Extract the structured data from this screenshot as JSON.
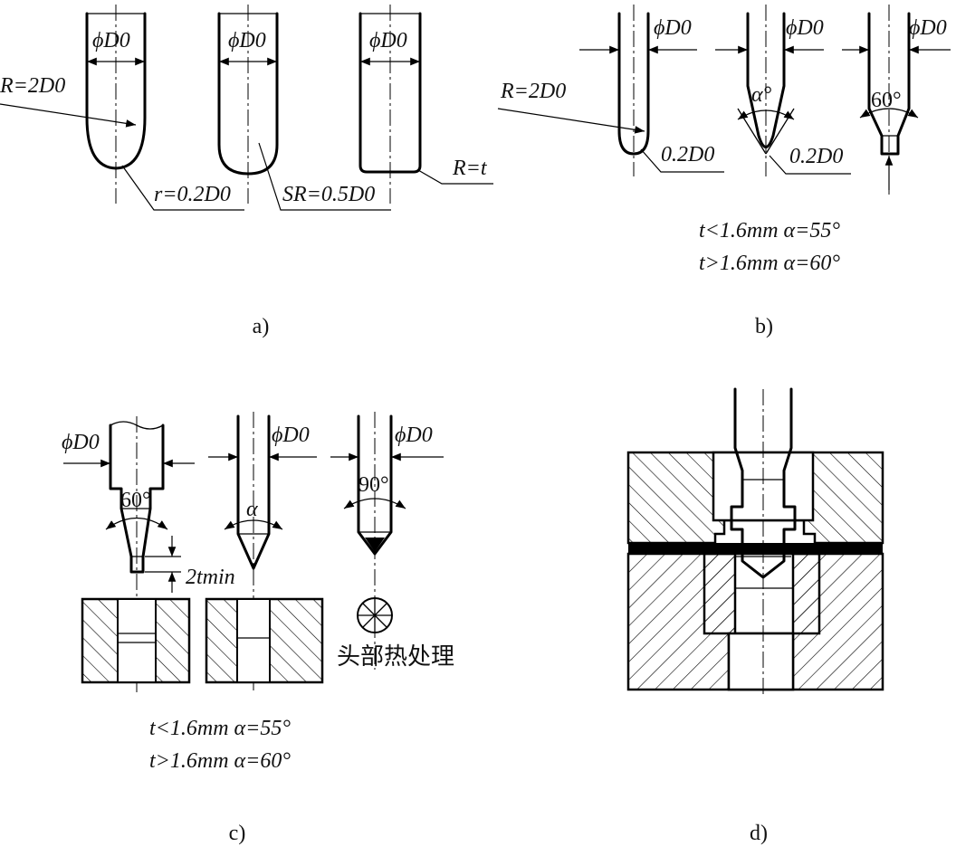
{
  "panels": {
    "a": {
      "caption": "a)",
      "labels": {
        "dia1": "ϕD0",
        "dia2": "ϕD0",
        "dia3": "ϕD0",
        "R_main": "R=2D0",
        "r_tip": "r=0.2D0",
        "SR": "SR=0.5D0",
        "R_t": "R=t"
      }
    },
    "b": {
      "caption": "b)",
      "labels": {
        "dia1": "ϕD0",
        "dia2": "ϕD0",
        "dia3": "ϕD0",
        "R_main": "R=2D0",
        "tip1": "0.2D0",
        "tip2": "0.2D0",
        "alpha": "α°",
        "angle60": "60°"
      },
      "notes": [
        "t<1.6mm α=55°",
        "t>1.6mm α=60°"
      ]
    },
    "c": {
      "caption": "c)",
      "labels": {
        "dia1": "ϕD0",
        "dia2": "ϕD0",
        "dia3": "ϕD0",
        "angle60": "60°",
        "alpha": "α",
        "angle90": "90°",
        "tmin": "2tmin",
        "heat": "头部热处理"
      },
      "notes": [
        "t<1.6mm α=55°",
        "t>1.6mm α=60°"
      ]
    },
    "d": {
      "caption": "d)"
    }
  }
}
